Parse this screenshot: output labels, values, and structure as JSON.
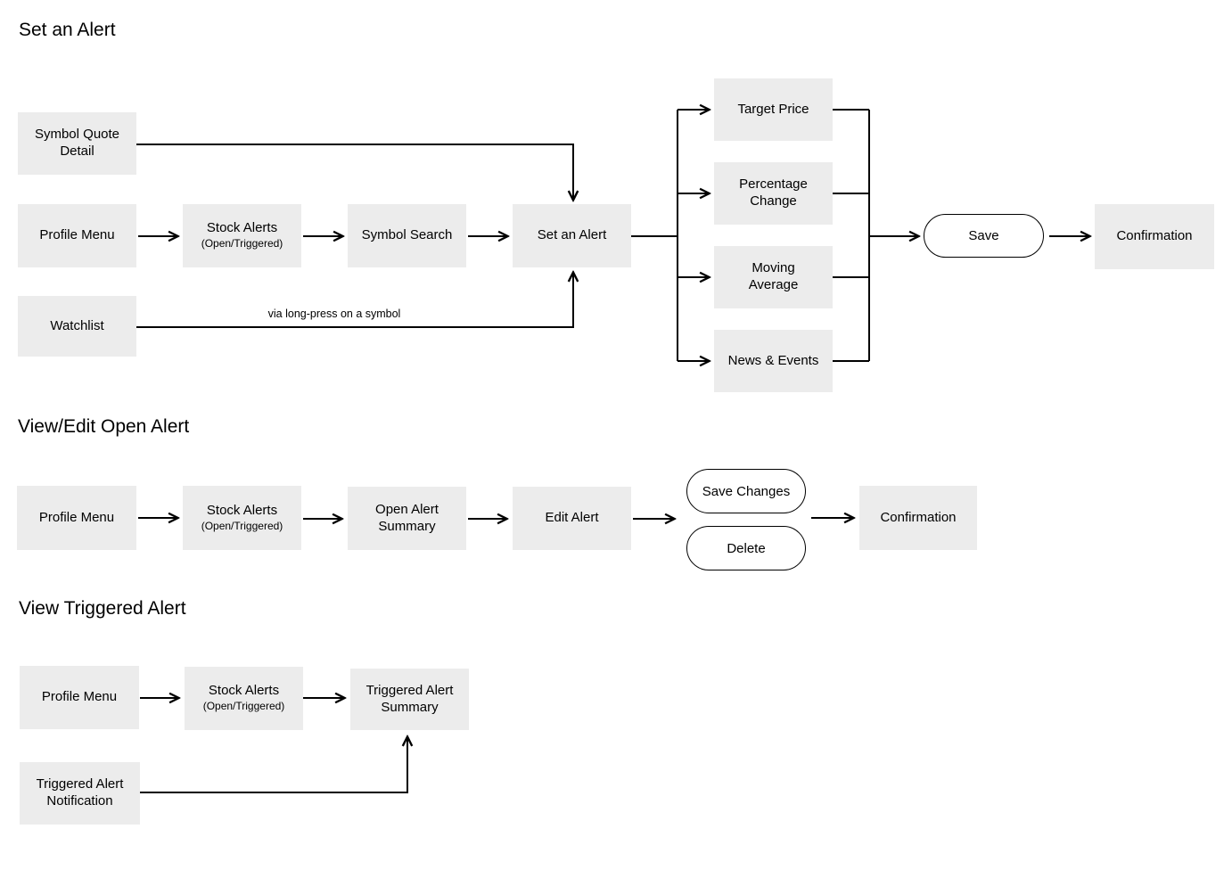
{
  "sections": {
    "set_alert": {
      "title": "Set an Alert"
    },
    "view_edit": {
      "title": "View/Edit Open Alert"
    },
    "view_triggered": {
      "title": "View Triggered Alert"
    }
  },
  "annotations": {
    "long_press": "via long-press on a symbol"
  },
  "nodes": {
    "symbol_quote_detail": {
      "lines": [
        "Symbol Quote",
        "Detail"
      ]
    },
    "profile_menu_1": {
      "lines": [
        "Profile Menu"
      ]
    },
    "stock_alerts_1": {
      "label": "Stock Alerts",
      "sub": "(Open/Triggered)"
    },
    "symbol_search": {
      "lines": [
        "Symbol Search"
      ]
    },
    "set_an_alert": {
      "lines": [
        "Set an Alert"
      ]
    },
    "watchlist": {
      "lines": [
        "Watchlist"
      ]
    },
    "target_price": {
      "lines": [
        "Target Price"
      ]
    },
    "percentage_change": {
      "lines": [
        "Percentage",
        "Change"
      ]
    },
    "moving_average": {
      "lines": [
        "Moving",
        "Average"
      ]
    },
    "news_events": {
      "lines": [
        "News & Events"
      ]
    },
    "save": {
      "label": "Save"
    },
    "confirmation_1": {
      "lines": [
        "Confirmation"
      ]
    },
    "profile_menu_2": {
      "lines": [
        "Profile Menu"
      ]
    },
    "stock_alerts_2": {
      "label": "Stock Alerts",
      "sub": "(Open/Triggered)"
    },
    "open_alert_summary": {
      "lines": [
        "Open Alert",
        "Summary"
      ]
    },
    "edit_alert": {
      "lines": [
        "Edit Alert"
      ]
    },
    "save_changes": {
      "label": "Save Changes"
    },
    "delete": {
      "label": "Delete"
    },
    "confirmation_2": {
      "lines": [
        "Confirmation"
      ]
    },
    "profile_menu_3": {
      "lines": [
        "Profile Menu"
      ]
    },
    "stock_alerts_3": {
      "label": "Stock Alerts",
      "sub": "(Open/Triggered)"
    },
    "triggered_alert_summary": {
      "lines": [
        "Triggered Alert",
        "Summary"
      ]
    },
    "triggered_alert_notification": {
      "lines": [
        "Triggered Alert",
        "Notification"
      ]
    }
  },
  "colors": {
    "node_fill": "#ececec",
    "line": "#000000",
    "pill_fill": "#ffffff",
    "text": "#000000",
    "background": "#ffffff"
  }
}
